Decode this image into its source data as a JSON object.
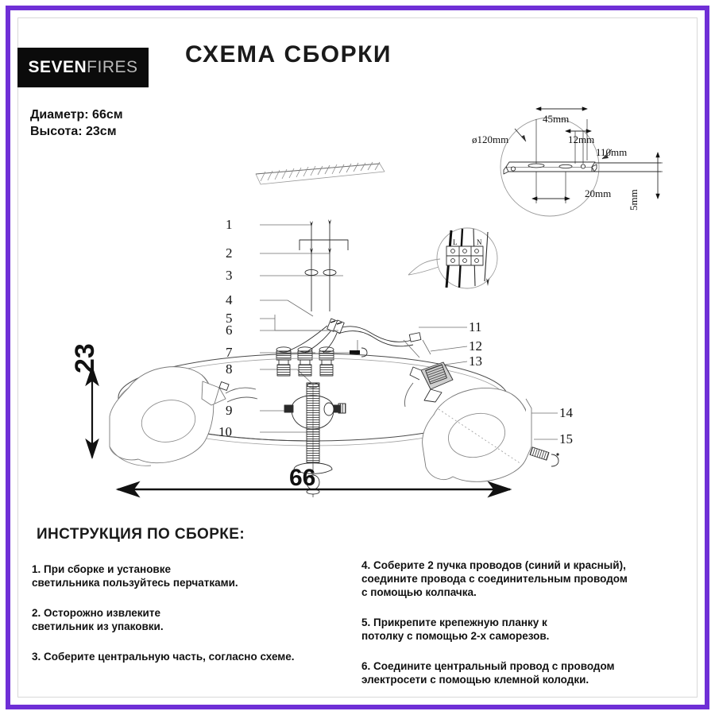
{
  "document": {
    "title": "СХЕМА СБОРКИ",
    "brand": {
      "part1": "SEVEN",
      "part2": "FIRES"
    },
    "frame_color": "#6f2fd6",
    "specs": {
      "diameter": "Диаметр: 66см",
      "height": "Высота: 23см"
    }
  },
  "main_dimensions": {
    "width_label": "66",
    "height_label": "23"
  },
  "detail_dimensions": {
    "diameter": "ø120mm",
    "slot_span": "45mm",
    "hole": "12mm",
    "bar_length": "110mm",
    "slot_width": "20mm",
    "thickness": "5mm"
  },
  "terminal_block": {
    "live": "L",
    "neutral": "N"
  },
  "callouts": [
    {
      "n": "1"
    },
    {
      "n": "2"
    },
    {
      "n": "3"
    },
    {
      "n": "4"
    },
    {
      "n": "5"
    },
    {
      "n": "6"
    },
    {
      "n": "7"
    },
    {
      "n": "8"
    },
    {
      "n": "9"
    },
    {
      "n": "10"
    },
    {
      "n": "11"
    },
    {
      "n": "12"
    },
    {
      "n": "13"
    },
    {
      "n": "14"
    },
    {
      "n": "15"
    }
  ],
  "instructions": {
    "heading": "ИНСТРУКЦИЯ ПО СБОРКЕ:",
    "left": [
      "1. При сборке и установке\nсветильника пользуйтесь перчатками.",
      "2. Осторожно извлеките\nсветильник из упаковки.",
      "3. Соберите центральную часть, согласно схеме."
    ],
    "right": [
      "4. Соберите 2 пучка проводов (синий и красный),\nсоедините провода с соединительным проводом\nс помощью колпачка.",
      "5. Прикрепите крепежную планку к\nпотолку с помощью 2-х саморезов.",
      "6. Соедините центральный провод с проводом\nэлектросети с помощью клемной колодки."
    ]
  }
}
